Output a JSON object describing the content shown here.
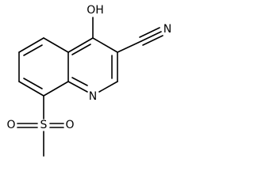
{
  "molecule": {
    "atoms": {
      "hydroxyl": "OH",
      "ring_nitrogen": "N",
      "nitrile_nitrogen": "N",
      "sulfur": "S",
      "sulfonyl_oxygen_left": "O",
      "sulfonyl_oxygen_right": "O"
    }
  },
  "colors": {
    "line": "#000000",
    "background": "#ffffff"
  }
}
